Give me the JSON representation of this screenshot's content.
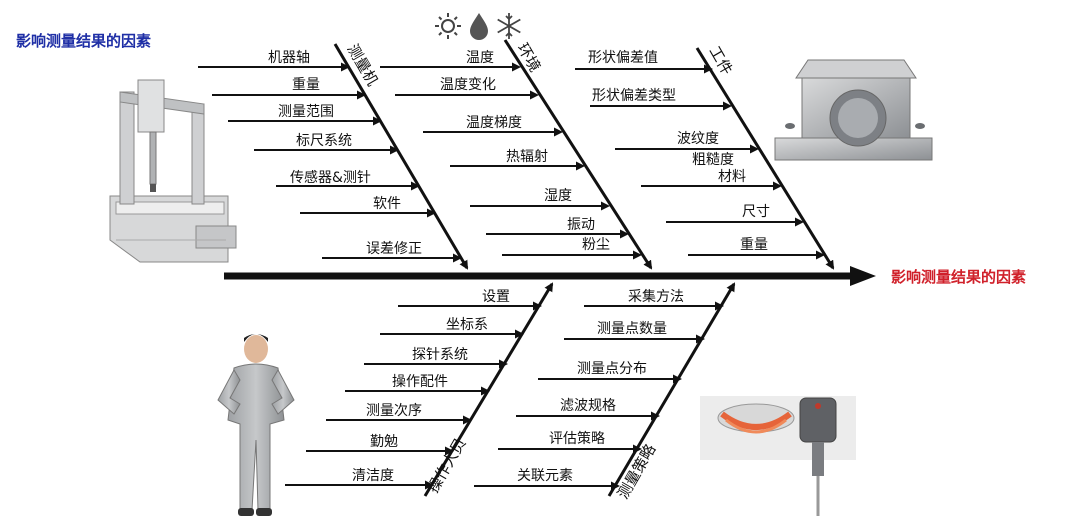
{
  "title": "影响测量结果的因素",
  "effect": "影响测量结果的因素",
  "colors": {
    "title": "#1f2fa6",
    "effect": "#d0202a",
    "line": "#111111"
  },
  "weather_icons": [
    "sun-icon",
    "water-drop-icon",
    "snowflake-icon"
  ],
  "categories": [
    {
      "name": "测量机",
      "causes": [
        "机器轴",
        "重量",
        "测量范围",
        "标尺系统",
        "传感器&测针",
        "软件",
        "误差修正"
      ]
    },
    {
      "name": "环境",
      "causes": [
        "温度",
        "温度变化",
        "温度梯度",
        "热辐射",
        "湿度",
        "振动",
        "粉尘"
      ]
    },
    {
      "name": "工件",
      "causes": [
        "形状偏差值",
        "形状偏差类型",
        "波纹度",
        "粗糙度",
        "材料",
        "尺寸",
        "重量"
      ]
    },
    {
      "name": "操作人员",
      "causes": [
        "设置",
        "坐标系",
        "探针系统",
        "操作配件",
        "测量次序",
        "勤勉",
        "清洁度"
      ]
    },
    {
      "name": "测量策略",
      "causes": [
        "采集方法",
        "测量点数量",
        "测量点分布",
        "滤波规格",
        "评估策略",
        "关联元素"
      ]
    }
  ],
  "images": [
    "cmm-machine-image",
    "workpiece-image",
    "operator-image",
    "probe-image"
  ]
}
